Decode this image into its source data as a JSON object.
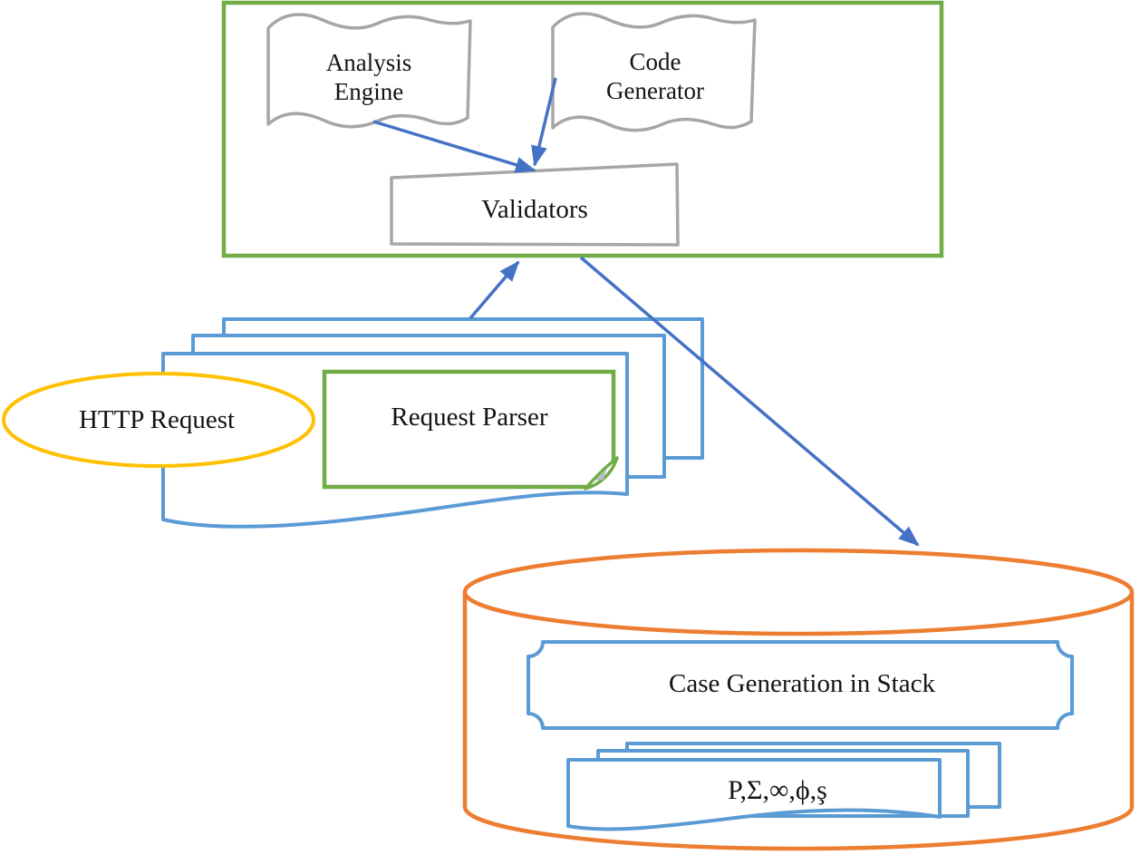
{
  "diagram": {
    "nodes": {
      "analysis_engine": {
        "line1": "Analysis",
        "line2": "Engine"
      },
      "code_generator": {
        "line1": "Code",
        "line2": "Generator"
      },
      "validators": {
        "label": "Validators"
      },
      "http_request": {
        "label": "HTTP Request"
      },
      "request_parser": {
        "label": "Request Parser"
      },
      "case_generation": {
        "label": "Case Generation in Stack"
      },
      "symbols_document": {
        "label": "P,Σ,∞,ϕ,ş"
      }
    },
    "colors": {
      "container_green": "#70ad47",
      "document_blue": "#5b9bd5",
      "arrow_blue": "#4472c4",
      "database_orange": "#ed7d31",
      "ellipse_yellow": "#ffc000",
      "shape_gray": "#a6a6a6",
      "text_black": "#141414",
      "background": "#ffffff"
    }
  }
}
